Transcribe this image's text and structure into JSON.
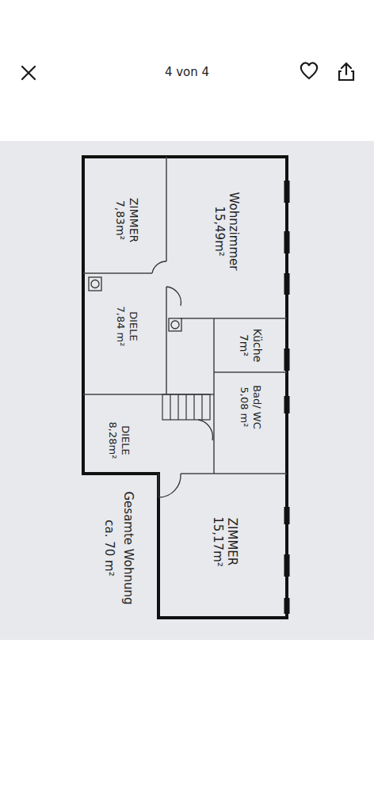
{
  "diagram": {
    "nodes": [
      {
        "text": [
          "ZIMMER",
          "7,83m²"
        ]
      },
      {
        "text": [
          "Wohnzimmer",
          "15,49m²"
        ]
      },
      {
        "text": [
          "DIELE",
          "7,84 m²"
        ]
      },
      {
        "text": [
          "Küche",
          "7m²"
        ]
      },
      {
        "text": [
          "Bad/ WC",
          "5,08 m²"
        ]
      },
      {
        "text": [
          "DIELE",
          "8,28m²"
        ]
      },
      {
        "text": [
          "ZIMMER",
          "15,17m²"
        ]
      }
    ],
    "labels": [
      "4 von 4",
      "Gesamte Wohnung",
      "ca. 70 m²"
    ]
  }
}
